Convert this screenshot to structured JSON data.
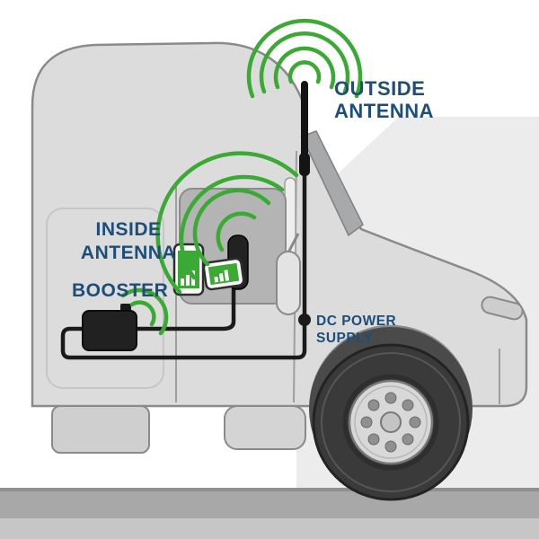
{
  "labels": {
    "outside_antenna_line1": "OUTSIDE",
    "outside_antenna_line2": "ANTENNA",
    "inside_antenna_line1": "INSIDE",
    "inside_antenna_line2": "ANTENNA",
    "booster": "BOOSTER",
    "dc_power_line1": "DC POWER",
    "dc_power_line2": "SUPPLY"
  },
  "colors": {
    "signal_green": "#3aaa35",
    "label_navy": "#1c4e79",
    "cable_black": "#1a1a1a",
    "truck_body": "#dcdcdc",
    "truck_outline": "#8a8a8a",
    "background_wall": "#ececec",
    "ground": "#a8a8a8"
  }
}
